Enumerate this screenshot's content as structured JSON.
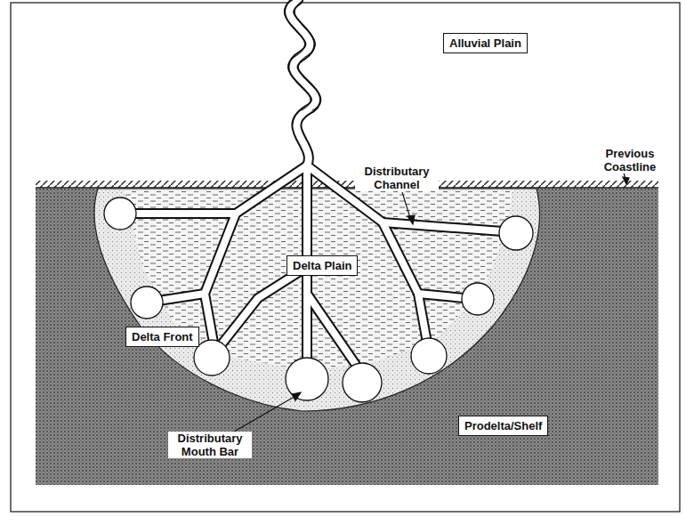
{
  "diagram": {
    "nodes": [
      {
        "text": [
          "Alluvial Plain"
        ]
      },
      {
        "text": [
          "Delta Plain"
        ]
      },
      {
        "text": [
          "Delta Front"
        ]
      },
      {
        "text": [
          "Prodelta/Shelf"
        ]
      }
    ],
    "edges": [],
    "labels": [
      "Previous Coastline",
      "Distributary Channel",
      "Distributary Mouth Bar"
    ]
  }
}
